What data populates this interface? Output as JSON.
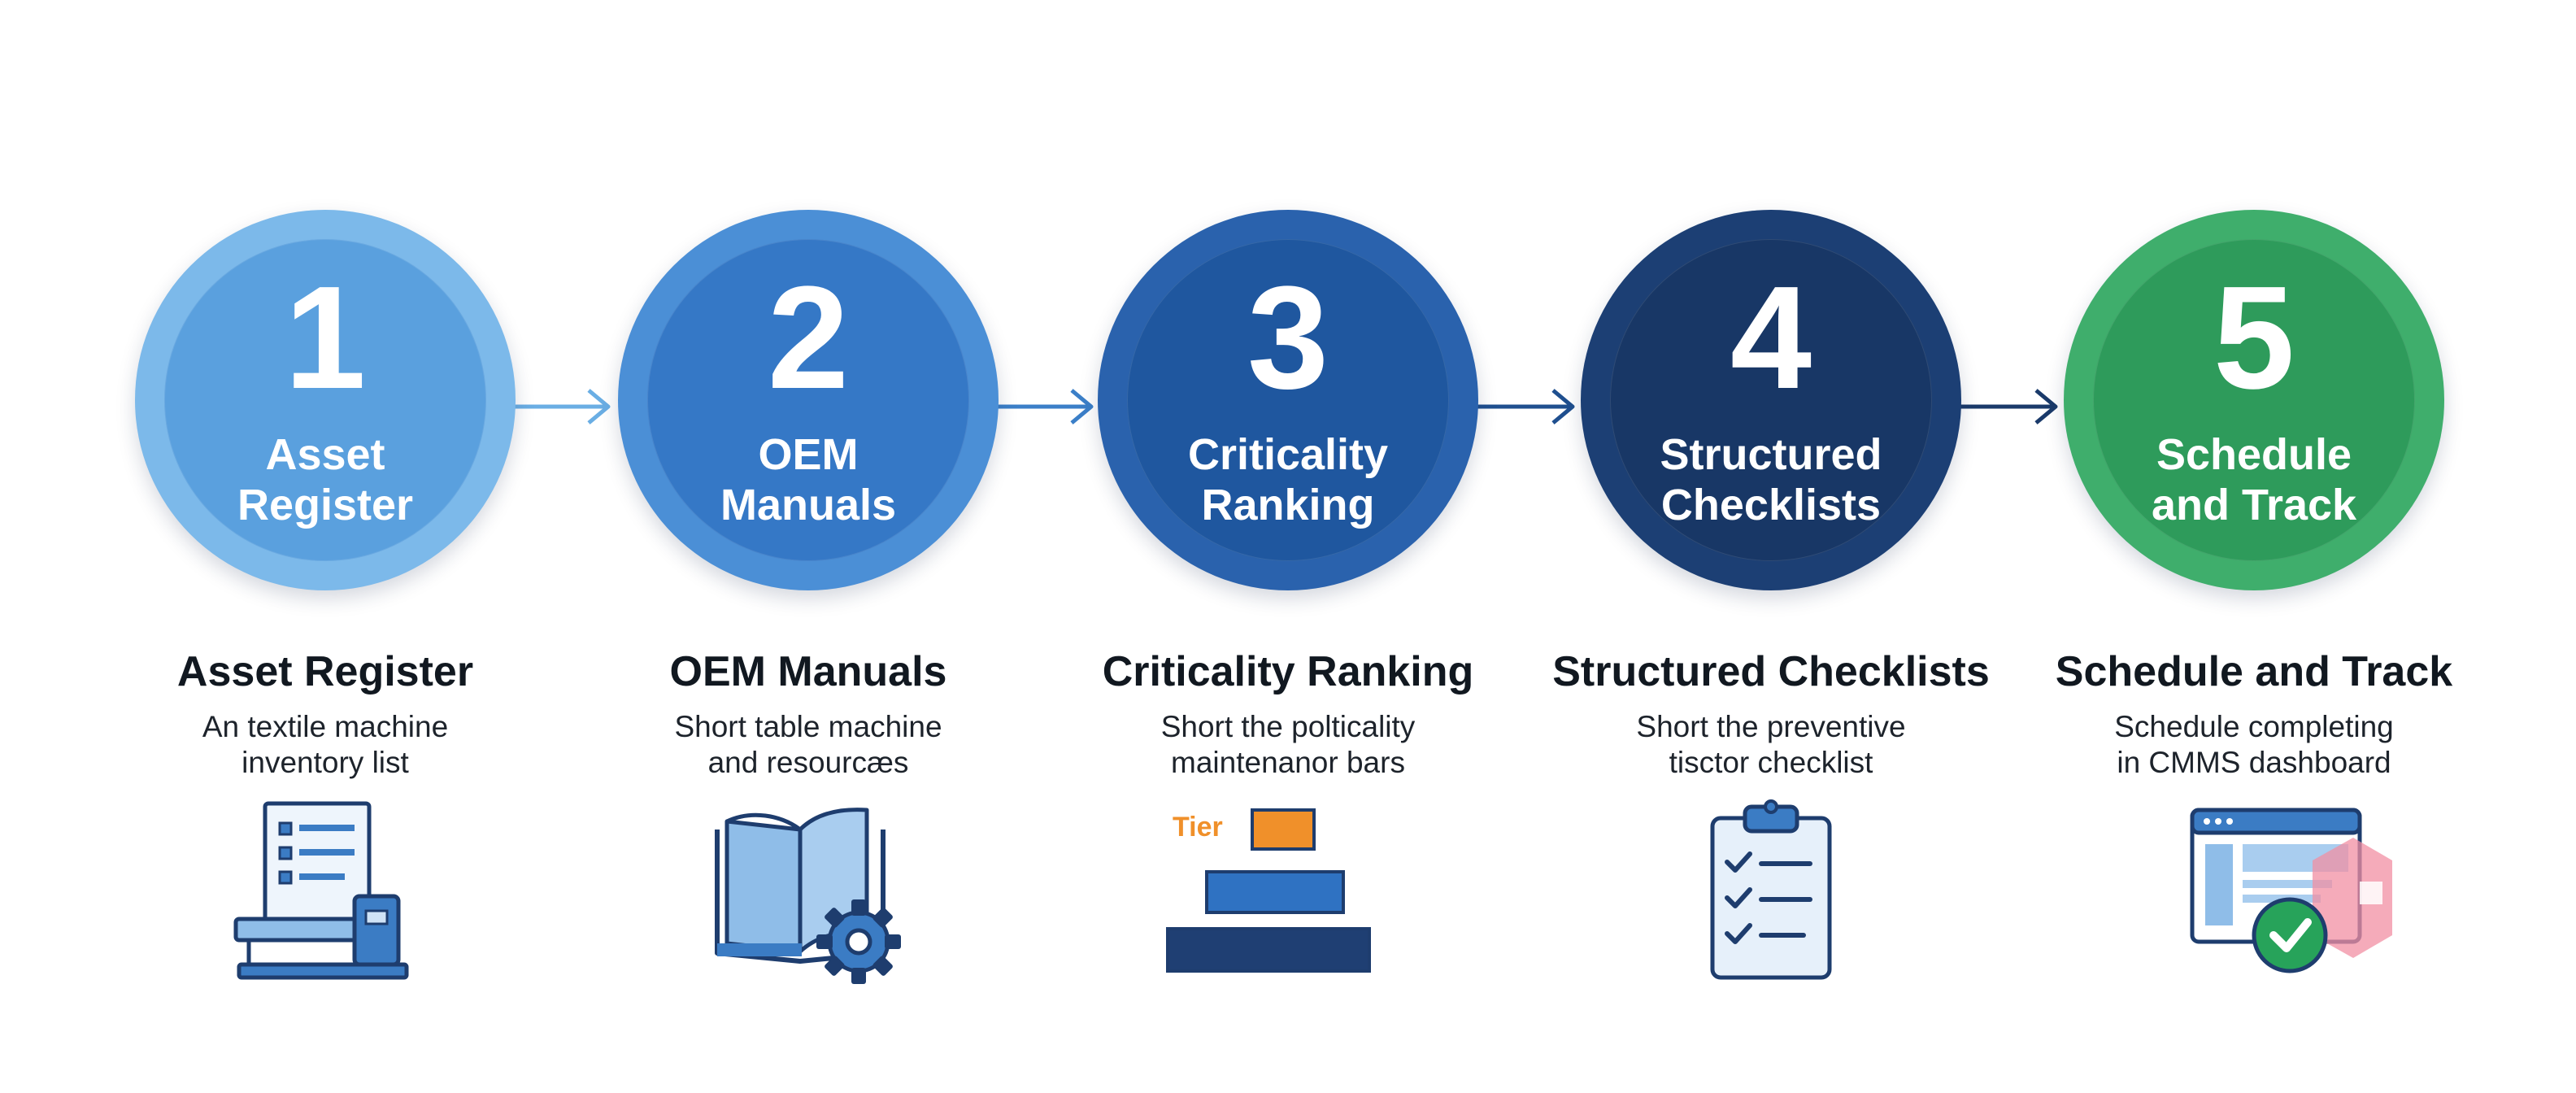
{
  "steps": [
    {
      "number": "1",
      "circle_line1": "Asset",
      "circle_line2": "Register",
      "title": "Asset Register",
      "desc_line1": "An textile machine",
      "desc_line2": "inventory list",
      "icon": "inventory-list-icon",
      "color_outer": "#7cb9ea",
      "color_inner": "#5aa0de"
    },
    {
      "number": "2",
      "circle_line1": "OEM",
      "circle_line2": "Manuals",
      "title": "OEM Manuals",
      "desc_line1": "Short table machine",
      "desc_line2": "and resourcæs",
      "icon": "manual-gear-icon",
      "color_outer": "#4b8fd6",
      "color_inner": "#3578c6"
    },
    {
      "number": "3",
      "circle_line1": "Criticality",
      "circle_line2": "Ranking",
      "title": "Criticality Ranking",
      "desc_line1": "Short the polticality",
      "desc_line2": "maintenanor bars",
      "icon": "tier-bars-icon",
      "tier_label": "Tier",
      "color_outer": "#2a62ad",
      "color_inner": "#1f579f"
    },
    {
      "number": "4",
      "circle_line1": "Structured",
      "circle_line2": "Checklists",
      "title": "Structured Checklists",
      "desc_line1": "Short the preventive",
      "desc_line2": "tisctor checklist",
      "icon": "clipboard-checklist-icon",
      "color_outer": "#1c3f74",
      "color_inner": "#183766"
    },
    {
      "number": "5",
      "circle_line1": "Schedule",
      "circle_line2": "and Track",
      "title": "Schedule and Track",
      "desc_line1": "Schedule completing",
      "desc_line2": "in CMMS dashboard",
      "icon": "dashboard-check-icon",
      "color_outer": "#3fae6c",
      "color_inner": "#2e9b5b"
    }
  ],
  "colors": {
    "arrow_1": "#6aaee4",
    "arrow_2": "#3b7fc8",
    "arrow_3": "#1f4f8f",
    "arrow_4": "#1a3a6a",
    "tier_orange": "#f0902a",
    "icon_stroke": "#1e3d6e",
    "icon_fill_light": "#cfe3f6",
    "icon_fill_mid": "#3b7cc4",
    "check_green": "#27a35a",
    "watermark_pink": "#f28fa3"
  }
}
